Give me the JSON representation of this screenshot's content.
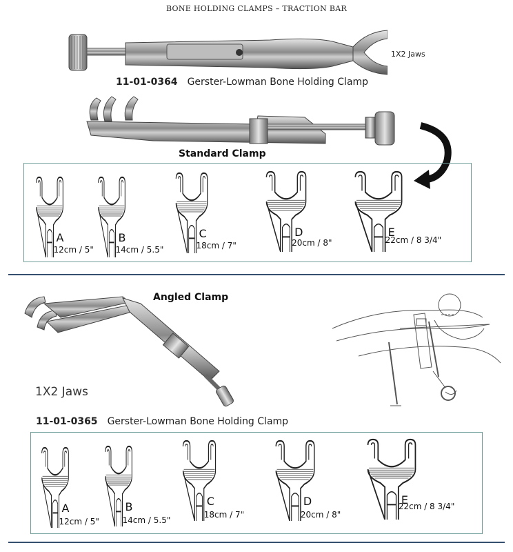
{
  "header": "BONE HOLDING CLAMPS – TRACTION BAR",
  "top_product": {
    "code": "11-01-0364",
    "name": "Gerster-Lowman Bone Holding Clamp",
    "jaws_label": "1X2 Jaws"
  },
  "standard_clamp_label": "Standard Clamp",
  "standard_jaws": [
    {
      "letter": "A",
      "size": "12cm / 5\""
    },
    {
      "letter": "B",
      "size": "14cm / 5.5\""
    },
    {
      "letter": "C",
      "size": "18cm / 7\""
    },
    {
      "letter": "D",
      "size": "20cm / 8\""
    },
    {
      "letter": "E",
      "size": "22cm / 8 3/4\""
    }
  ],
  "angled_clamp_label": "Angled Clamp",
  "angled_jaws_label": "1X2 Jaws",
  "bottom_product": {
    "code": "11-01-0365",
    "name": "Gerster-Lowman Bone Holding Clamp"
  },
  "angled_jaws": [
    {
      "letter": "A",
      "size": "12cm / 5\""
    },
    {
      "letter": "B",
      "size": "14cm / 5.5\""
    },
    {
      "letter": "C",
      "size": "18cm / 7\""
    },
    {
      "letter": "D",
      "size": "20cm / 8\""
    },
    {
      "letter": "E",
      "size": "22cm / 8 3/4\""
    }
  ],
  "colors": {
    "box_border": "#6f9e9a",
    "divider": "#34506e",
    "steel": "#9a9a9a"
  }
}
